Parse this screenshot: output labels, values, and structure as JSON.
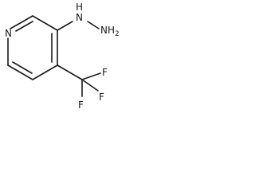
{
  "atoms": {
    "ring_nitrogen": "N",
    "nh_group": "N",
    "nh_hydrogen": "H",
    "nh2_group": "NH",
    "nh2_subscript": "2",
    "fluorine_1": "F",
    "fluorine_2": "F",
    "fluorine_3": "F"
  }
}
